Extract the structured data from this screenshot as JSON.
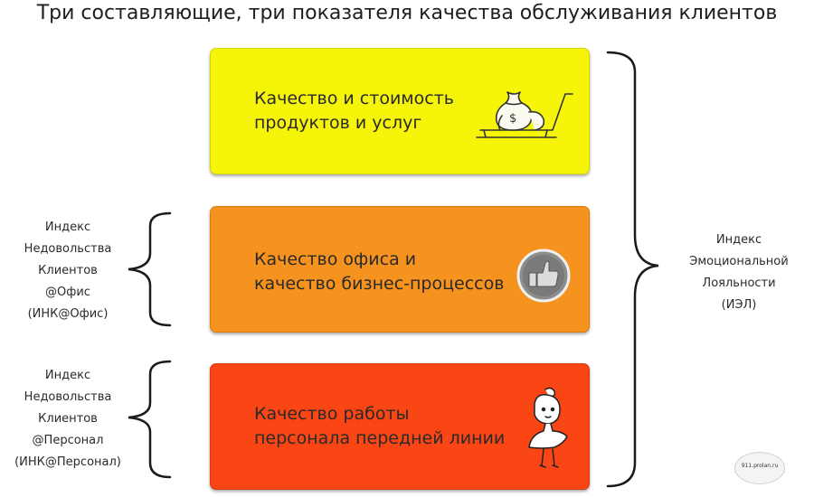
{
  "title": "Три составляющие, три показателя качества обслуживания клиентов",
  "boxes": [
    {
      "line1": "Качество и стоимость",
      "line2": "продуктов и услуг",
      "color": "#f6f409",
      "icon": "money-cart-icon"
    },
    {
      "line1": "Качество офиса и",
      "line2": "качество бизнес-процессов",
      "color": "#f6921e",
      "icon": "thumbs-up-icon"
    },
    {
      "line1": "Качество работы",
      "line2": "персонала передней линии",
      "color": "#fa4514",
      "icon": "person-sketch-icon"
    }
  ],
  "left_labels": [
    {
      "lines": [
        "Индекс",
        "Недовольства",
        "Клиентов",
        "@Офис",
        "(ИНК@Офис)"
      ]
    },
    {
      "lines": [
        "Индекс",
        "Недовольства",
        "Клиентов",
        "@Персонал",
        "(ИНК@Персонал)"
      ]
    }
  ],
  "right_label": {
    "lines": [
      "Индекс",
      "Эмоциональной",
      "Лояльности",
      "(ИЭЛ)"
    ]
  },
  "logo_text": "911.prolan.ru"
}
